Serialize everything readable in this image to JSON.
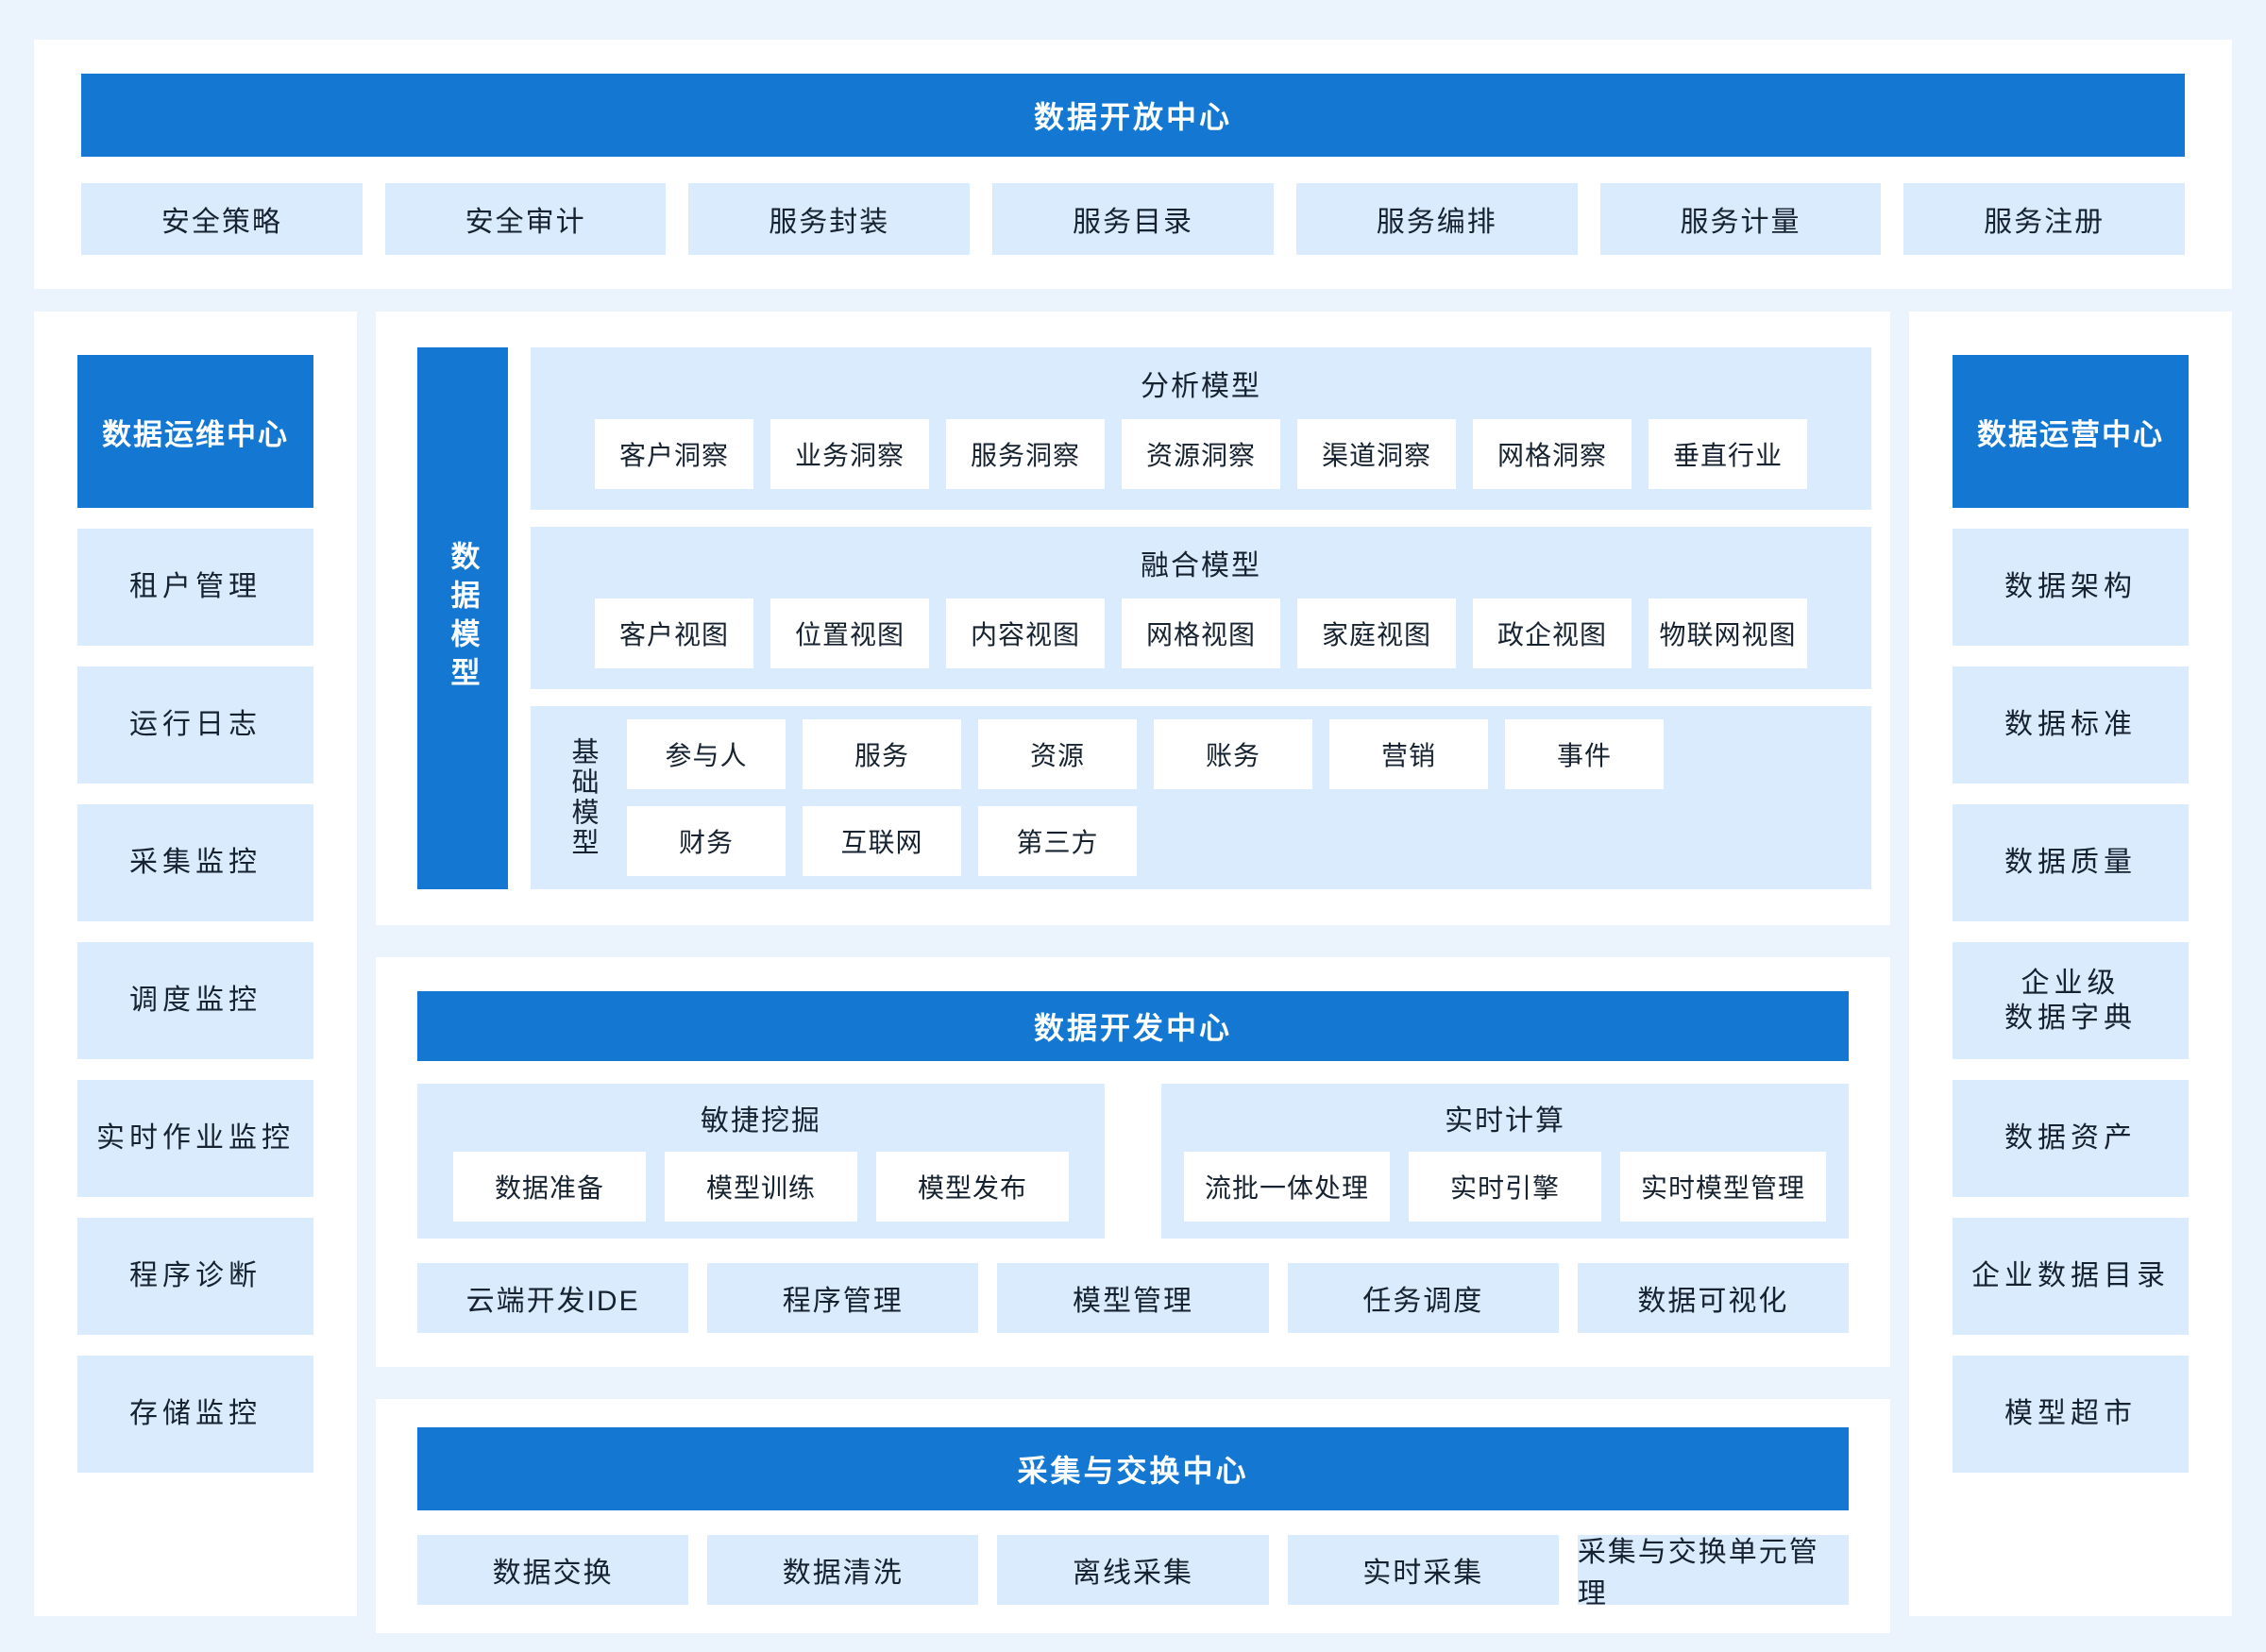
{
  "colors": {
    "primary_blue": "#1478d2",
    "panel_light_blue": "#d9ebfd",
    "page_background": "#ebf3fd",
    "card_background": "#ffffff",
    "text_dark": "#16222f",
    "text_on_blue": "#ffffff"
  },
  "open_center": {
    "title": "数据开放中心",
    "items": [
      "安全策略",
      "安全审计",
      "服务封装",
      "服务目录",
      "服务编排",
      "服务计量",
      "服务注册"
    ]
  },
  "ops_center": {
    "title": "数据运维中心",
    "items": [
      "租户管理",
      "运行日志",
      "采集监控",
      "调度监控",
      "实时作业监控",
      "程序诊断",
      "存储监控"
    ]
  },
  "operation_center": {
    "title": "数据运营中心",
    "items": [
      "数据架构",
      "数据标准",
      "数据质量",
      "企业级\n数据字典",
      "数据资产",
      "企业数据目录",
      "模型超市"
    ]
  },
  "data_model": {
    "bar_label": "数据模型",
    "analysis": {
      "title": "分析模型",
      "items": [
        "客户洞察",
        "业务洞察",
        "服务洞察",
        "资源洞察",
        "渠道洞察",
        "网格洞察",
        "垂直行业"
      ]
    },
    "fusion": {
      "title": "融合模型",
      "items": [
        "客户视图",
        "位置视图",
        "内容视图",
        "网格视图",
        "家庭视图",
        "政企视图",
        "物联网视图"
      ]
    },
    "base": {
      "label": "基础模型",
      "row1": [
        "参与人",
        "服务",
        "资源",
        "账务",
        "营销",
        "事件"
      ],
      "row2": [
        "财务",
        "互联网",
        "第三方"
      ]
    }
  },
  "dev_center": {
    "title": "数据开发中心",
    "groups": [
      {
        "title": "敏捷挖掘",
        "items": [
          "数据准备",
          "模型训练",
          "模型发布"
        ]
      },
      {
        "title": "实时计算",
        "items": [
          "流批一体处理",
          "实时引擎",
          "实时模型管理"
        ]
      }
    ],
    "tools": [
      "云端开发IDE",
      "程序管理",
      "模型管理",
      "任务调度",
      "数据可视化"
    ]
  },
  "collect_center": {
    "title": "采集与交换中心",
    "items": [
      "数据交换",
      "数据清洗",
      "离线采集",
      "实时采集",
      "采集与交换单元管理"
    ]
  }
}
